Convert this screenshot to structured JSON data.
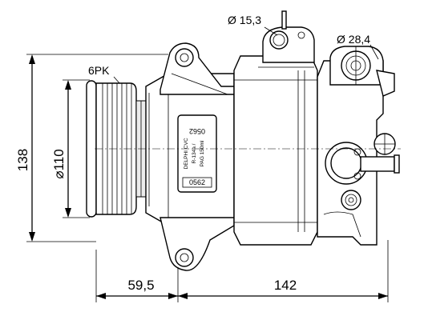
{
  "drawing": {
    "product": "Air conditioning compressor",
    "dimensions": {
      "height": "138",
      "pulley_diameter": "⌀110",
      "pulley_offset": "59,5",
      "body_length": "142",
      "port_small": "Ø 15,3",
      "port_large": "Ø 28,4"
    },
    "belt_profile": "6PK",
    "nameplate": {
      "code_top": "0562",
      "line1": "DELPHI CVC",
      "line2": "R-134a /",
      "line3": "PAG 150ml",
      "code_bottom": "0562"
    }
  }
}
